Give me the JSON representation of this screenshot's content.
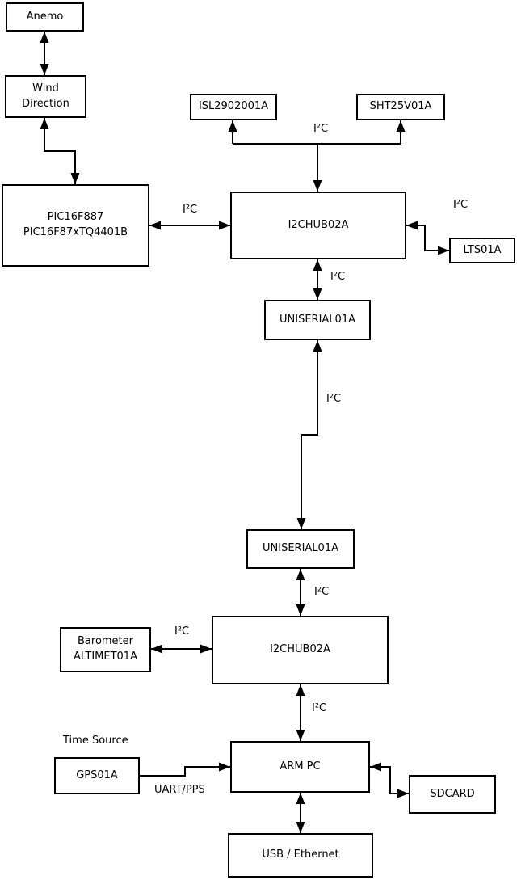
{
  "diagram": {
    "colors": {
      "background": "#ffffff",
      "line": "#000000",
      "text": "#000000"
    },
    "nodes": {
      "anemo": {
        "label": "Anemo"
      },
      "wind": {
        "label": "Wind\nDirection"
      },
      "pic": {
        "label": "PIC16F887\nPIC16F87xTQ4401B"
      },
      "isl": {
        "label": "ISL2902001A"
      },
      "sht": {
        "label": "SHT25V01A"
      },
      "i2chub_1": {
        "label": "I2CHUB02A"
      },
      "lts": {
        "label": "LTS01A"
      },
      "uniserial_1": {
        "label": "UNISERIAL01A"
      },
      "uniserial_2": {
        "label": "UNISERIAL01A"
      },
      "barometer": {
        "label": "Barometer\nALTIMET01A"
      },
      "i2chub_2": {
        "label": "I2CHUB02A"
      },
      "gps": {
        "label": "GPS01A"
      },
      "arm_pc": {
        "label": "ARM PC"
      },
      "sdcard": {
        "label": "SDCARD"
      },
      "usb_ethernet": {
        "label": "USB / Ethernet"
      }
    },
    "edge_labels": {
      "i2c_sensor_bus": "I²C",
      "i2c_pic_hub1": "I²C",
      "i2c_hub1_lts": "I²C",
      "i2c_hub1_uniserial1": "I²C",
      "i2c_uniserial_link": "I²C",
      "i2c_uniserial2_hub2": "I²C",
      "i2c_barometer_hub2": "I²C",
      "i2c_hub2_armpc": "I²C",
      "time_source": "Time Source",
      "uart_pps": "UART/PPS"
    }
  }
}
